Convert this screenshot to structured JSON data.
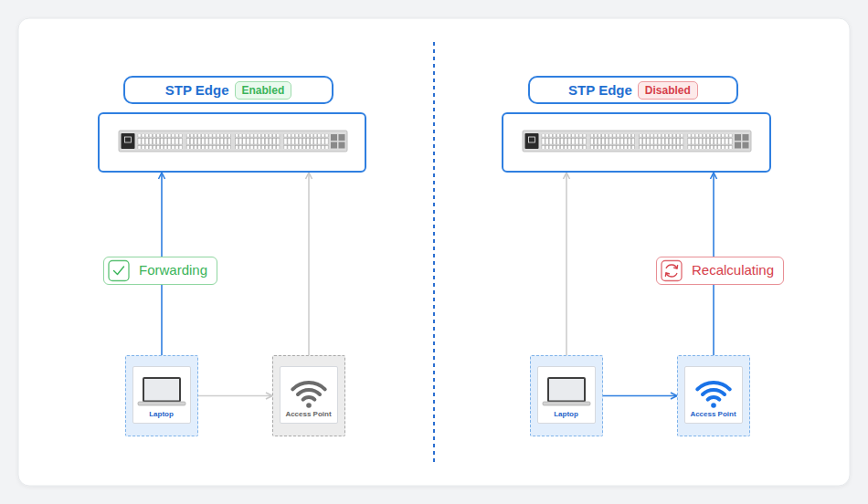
{
  "diagram": {
    "nodes": [
      {
        "text": [
          "STP Edge"
        ]
      },
      {
        "text": [
          "Enabled"
        ],
        "in": 0
      },
      {
        "text": []
      },
      {
        "text": [
          "Laptop"
        ]
      },
      {
        "text": [
          "Access Point"
        ]
      },
      {
        "text": [
          "STP Edge"
        ]
      },
      {
        "text": [
          "Disabled"
        ],
        "in": 5
      },
      {
        "text": []
      },
      {
        "text": [
          "Laptop"
        ]
      },
      {
        "text": [
          "Access Point"
        ]
      }
    ],
    "edges": [
      {
        "from": 3,
        "to": 2,
        "arrow": "to",
        "label": "Forwarding"
      },
      {
        "from": 3,
        "to": 4,
        "arrow": "to"
      },
      {
        "from": 4,
        "to": 2,
        "arrow": "to"
      },
      {
        "from": 8,
        "to": 7,
        "arrow": "to"
      },
      {
        "from": 8,
        "to": 9,
        "arrow": "to"
      },
      {
        "from": 9,
        "to": 7,
        "arrow": "to",
        "label": "Recalculating"
      }
    ]
  }
}
